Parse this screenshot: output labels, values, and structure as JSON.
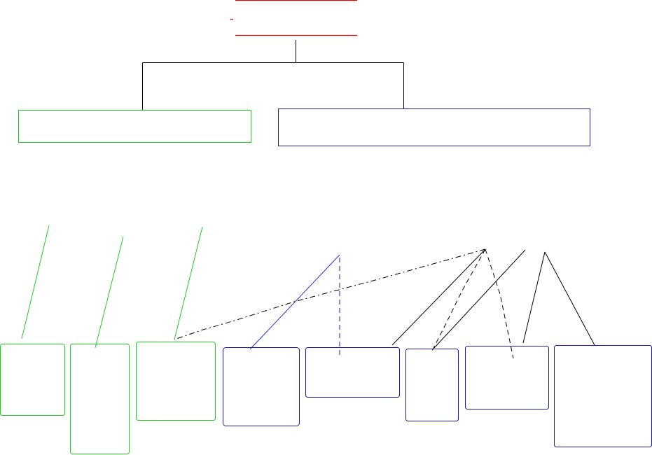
{
  "colors": {
    "root": "#e00000",
    "green_branch": "#22cc22",
    "blue_branch": "#1a1aa0",
    "connector": "#000000",
    "blue_link": "#1a33d0"
  },
  "diagram": {
    "root_title": "",
    "left_group_label": "",
    "right_group_label": "",
    "leaves": [
      {
        "group": "green",
        "label": ""
      },
      {
        "group": "green",
        "label": ""
      },
      {
        "group": "green",
        "label": ""
      },
      {
        "group": "blue",
        "label": ""
      },
      {
        "group": "blue",
        "label": ""
      },
      {
        "group": "blue",
        "label": ""
      },
      {
        "group": "blue",
        "label": ""
      },
      {
        "group": "blue",
        "label": ""
      }
    ]
  }
}
